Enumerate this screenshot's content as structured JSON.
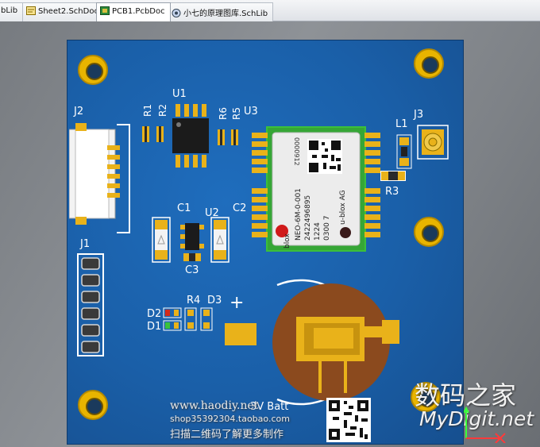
{
  "tabs": [
    {
      "label": "bLib",
      "icon": "schlib-icon"
    },
    {
      "label": "Sheet2.SchDoc",
      "icon": "schdoc-icon"
    },
    {
      "label": "PCB1.PcbDoc",
      "icon": "pcbdoc-icon",
      "active": true
    },
    {
      "label": "小七的原理图库.SchLib",
      "icon": "schlib-icon"
    }
  ],
  "board": {
    "designators": {
      "j2": "J2",
      "j1": "J1",
      "j3": "J3",
      "u1": "U1",
      "u2": "U2",
      "u3": "U3",
      "r1": "R1",
      "r2": "R2",
      "r3": "R3",
      "r4": "R4",
      "r5": "R5",
      "r6": "R6",
      "c1": "C1",
      "c2": "C2",
      "c3": "C3",
      "d1": "D1",
      "d2": "D2",
      "d3": "D3",
      "l1": "L1"
    },
    "module": {
      "brand": "blox",
      "line1": "NEO-6M-0-001",
      "line2": "2422496895",
      "line3": "1224",
      "line4": "0300 7",
      "side": "u-blox AG",
      "code": "0000912"
    },
    "battery_label": "3V Batt",
    "plus": "+"
  },
  "overlay": {
    "site": "www.haodiy.net",
    "shop": "shop35392304.taobao.com",
    "scan": "扫描二维码了解更多制作",
    "brand_cn": "数码之家",
    "brand_en": "MyDigit.net"
  },
  "colors": {
    "board": "#1a5fa8",
    "pad": "#e9b21a",
    "silk": "#ffffff",
    "battery": "#8b4a1e"
  }
}
